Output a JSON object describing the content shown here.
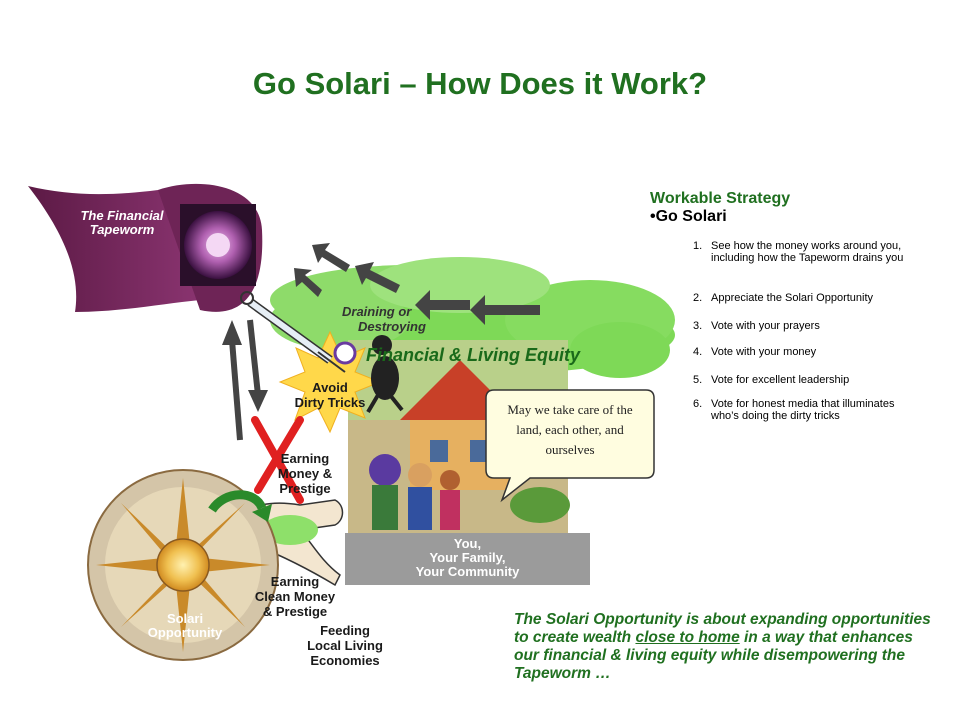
{
  "title": "Go Solari – How Does it Work?",
  "diagram": {
    "tapeworm_label_1": "The Financial",
    "tapeworm_label_2": "Tapeworm",
    "draining_1": "Draining or",
    "draining_2": "Destroying",
    "equity_label": "Financial & Living Equity",
    "avoid_1": "Avoid",
    "avoid_2": "Dirty Tricks",
    "earning_1": "Earning",
    "earning_2": "Money &",
    "earning_3": "Prestige",
    "you_1": "You,",
    "you_2": "Your Family,",
    "you_3": "Your Community",
    "clean_1": "Earning",
    "clean_2": "Clean Money",
    "clean_3": "& Prestige",
    "solari_1": "Solari",
    "solari_2": "Opportunity",
    "feeding_1": "Feeding",
    "feeding_2": "Local Living",
    "feeding_3": "Economies"
  },
  "callout": {
    "text": "May we take care of the land, each other, and ourselves"
  },
  "strategy": {
    "heading": "Workable Strategy",
    "sub": "Go Solari",
    "steps": [
      {
        "num": "1.",
        "text": "See how the money works around you, including how the Tapeworm drains you"
      },
      {
        "num": "2.",
        "text": "Appreciate the Solari Opportunity"
      },
      {
        "num": "3.",
        "text": "Vote with your prayers"
      },
      {
        "num": "4.",
        "text": "Vote with your money"
      },
      {
        "num": "5.",
        "text": "Vote for excellent leadership"
      },
      {
        "num": "6.",
        "text": "Vote for honest media that illuminates who’s doing the dirty tricks"
      }
    ]
  },
  "bottom": {
    "part1": "The Solari Opportunity is about expanding opportunities to create wealth ",
    "underlined": "close to home",
    "part2": " in a way that enhances our financial & living equity while disempowering the Tapeworm …"
  },
  "colors": {
    "title_green": "#207020",
    "tapeworm_purple": "#7a2a5e",
    "cloud_green": "#7ed957",
    "sun_gold": "#e8b030",
    "red_x": "#e02020"
  }
}
